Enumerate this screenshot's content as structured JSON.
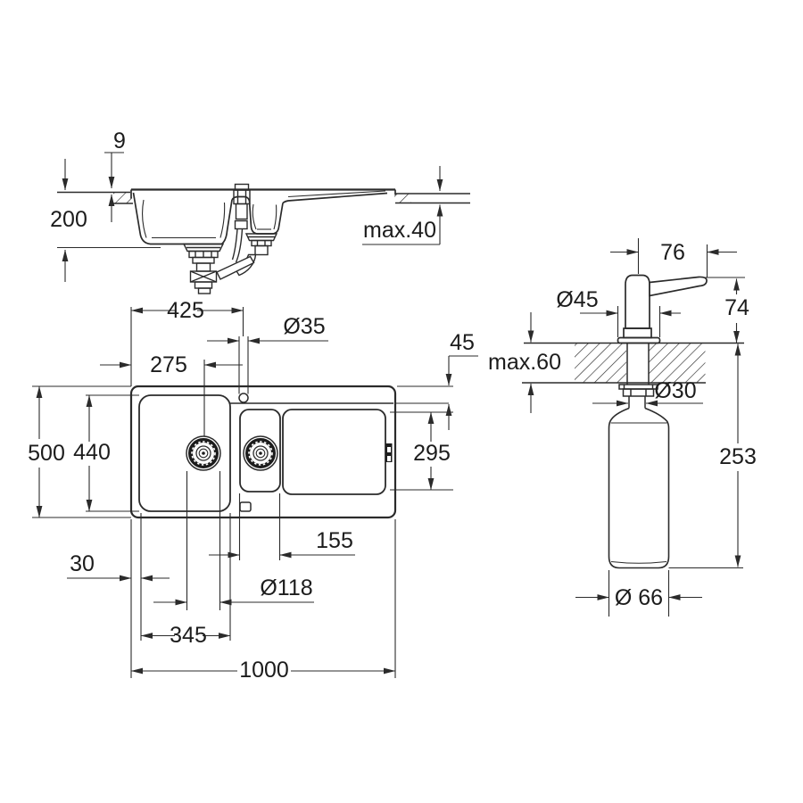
{
  "drawing": {
    "product": "kitchen sink with drainer and soap dispenser - dimensional drawing",
    "colors": {
      "line": "#2b2b2b",
      "text": "#1c1c1c",
      "background": "#ffffff"
    },
    "labels": {
      "side_rim_height": "9",
      "side_bowl_depth": "200",
      "side_counter_max": "max.40",
      "top_faucet_offset": "425",
      "top_faucet_dia": "Ø35",
      "top_drain_offset": "275",
      "top_rear_ledge": "45",
      "top_overall_width": "500",
      "top_bowl_length": "440",
      "top_drainer_length": "295",
      "top_half_bowl_width": "155",
      "top_left_rim": "30",
      "top_drain_cutout_dia": "Ø118",
      "top_bowl_width": "345",
      "top_overall_length": "1000",
      "disp_spout_reach": "76",
      "disp_flange_dia": "Ø45",
      "disp_pump_height": "74",
      "disp_counter_max": "max.60",
      "disp_shaft_dia": "Ø30",
      "disp_below_length": "253",
      "disp_bottle_dia": "Ø 66"
    }
  }
}
